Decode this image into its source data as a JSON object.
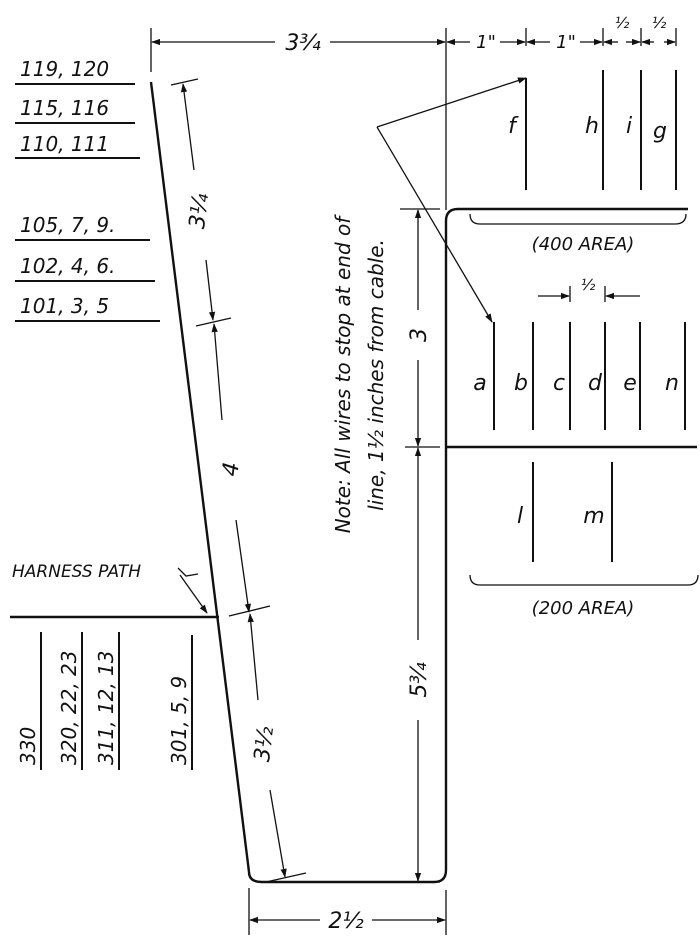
{
  "dimensions": {
    "top_width": "3¾",
    "top_1in_a": "1\"",
    "top_1in_b": "1\"",
    "top_half_a": "½",
    "top_half_b": "½",
    "seg_upper": "3¼",
    "seg_middle": "4",
    "seg_lower": "3½",
    "right_upper": "3",
    "right_lower": "5¾",
    "bottom_width": "2½",
    "inner_half": "½"
  },
  "left_labels": [
    "119, 120",
    "115, 116",
    "110, 111",
    "105, 7, 9.",
    "102, 4, 6.",
    "101, 3, 5"
  ],
  "bottom_labels": [
    "330",
    "320, 22, 23",
    "311, 12, 13",
    "301, 5, 9"
  ],
  "harness_label": "HARNESS PATH",
  "note": {
    "line1": "Note: All wires to stop at end of",
    "line2": "line, 1½ inches from cable."
  },
  "areas": {
    "area400": "(400 AREA)",
    "area200": "(200 AREA)"
  },
  "wires_top": [
    "f",
    "h",
    "i",
    "g"
  ],
  "wires_mid": [
    "a",
    "b",
    "c",
    "d",
    "e",
    "n"
  ],
  "wires_low": [
    "l",
    "m"
  ]
}
